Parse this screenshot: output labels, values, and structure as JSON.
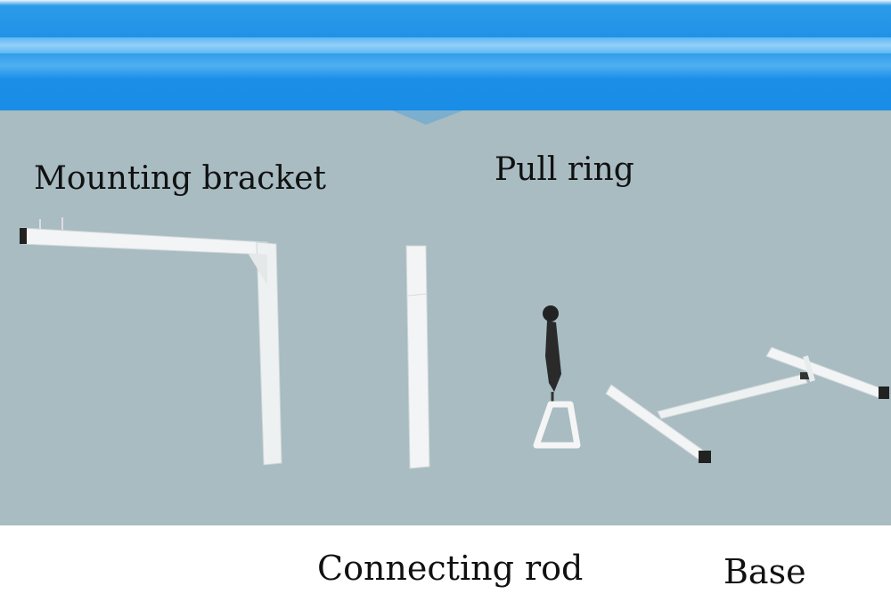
{
  "labels": {
    "mounting_bracket": "Mounting bracket",
    "pull_ring": "Pull ring",
    "connecting_rod": "Connecting rod",
    "base": "Base"
  },
  "colors": {
    "banner_blue": "#1e8fe6",
    "panel_gray": "#a8bcc2",
    "frame_white": "#f4f6f7"
  }
}
